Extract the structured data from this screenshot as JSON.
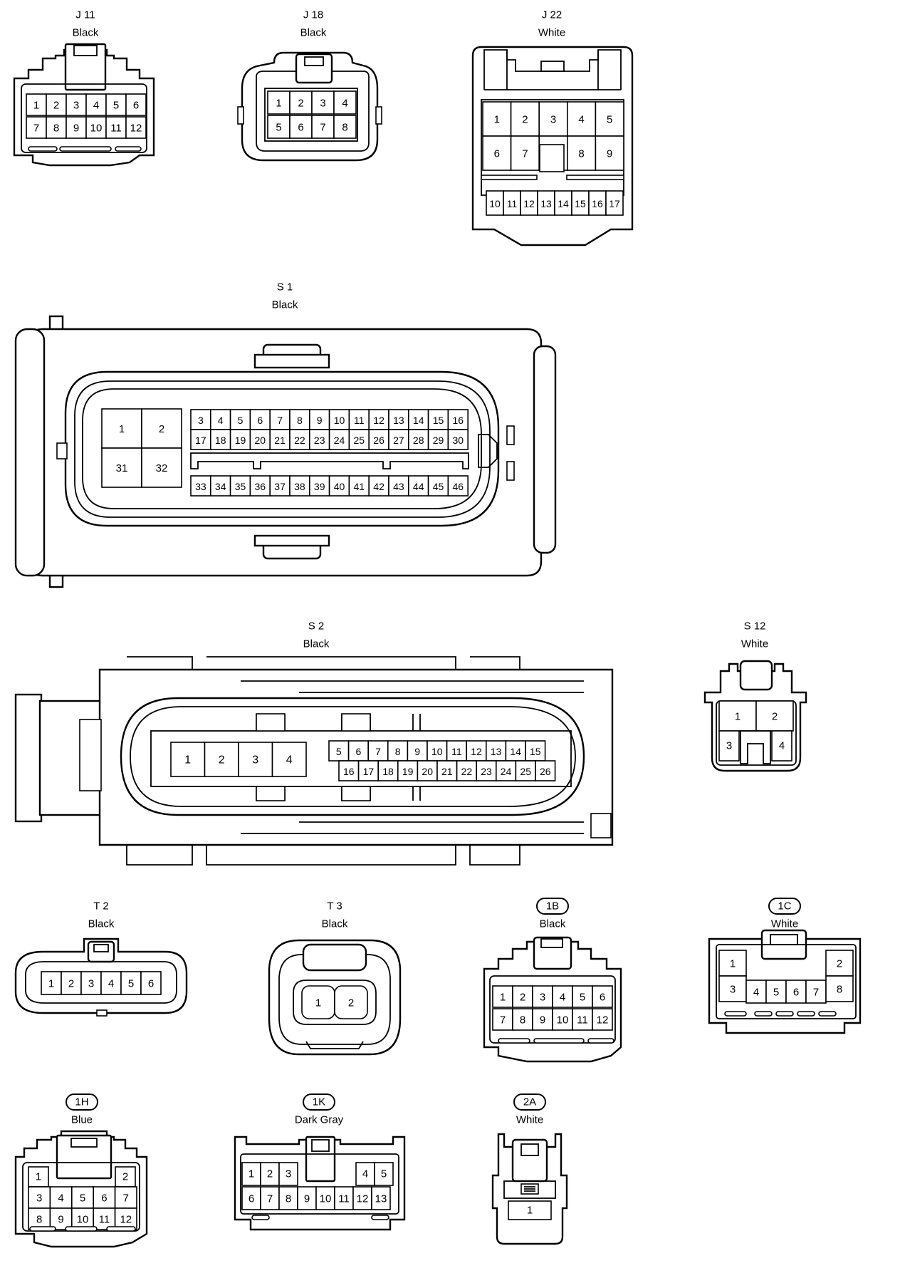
{
  "connectors": [
    {
      "id": "J11",
      "name": "J 11",
      "color": "Black",
      "pins": [
        [
          "1",
          "2",
          "3",
          "4",
          "5",
          "6"
        ],
        [
          "7",
          "8",
          "9",
          "10",
          "11",
          "12"
        ]
      ]
    },
    {
      "id": "J18",
      "name": "J 18",
      "color": "Black",
      "pins": [
        [
          "1",
          "2",
          "3",
          "4"
        ],
        [
          "5",
          "6",
          "7",
          "8"
        ]
      ]
    },
    {
      "id": "J22",
      "name": "J 22",
      "color": "White",
      "pins": [
        [
          "1",
          "2",
          "3",
          "4",
          "5"
        ],
        [
          "6",
          "7",
          "",
          "8",
          "9"
        ],
        [
          "10",
          "11",
          "12",
          "13",
          "14",
          "15",
          "16",
          "17"
        ]
      ]
    },
    {
      "id": "S1",
      "name": "S 1",
      "color": "Black",
      "pins": [
        [
          "1",
          "2"
        ],
        [
          "31",
          "32"
        ],
        [
          "3",
          "4",
          "5",
          "6",
          "7",
          "8",
          "9",
          "10",
          "11",
          "12",
          "13",
          "14",
          "15",
          "16"
        ],
        [
          "17",
          "18",
          "19",
          "20",
          "21",
          "22",
          "23",
          "24",
          "25",
          "26",
          "27",
          "28",
          "29",
          "30"
        ],
        [
          "33",
          "34",
          "35",
          "36",
          "37",
          "38",
          "39",
          "40",
          "41",
          "42",
          "43",
          "44",
          "45",
          "46"
        ]
      ]
    },
    {
      "id": "S2",
      "name": "S 2",
      "color": "Black",
      "pins": [
        [
          "1",
          "2",
          "3",
          "4"
        ],
        [
          "5",
          "6",
          "7",
          "8",
          "9",
          "10",
          "11",
          "12",
          "13",
          "14",
          "15"
        ],
        [
          "16",
          "17",
          "18",
          "19",
          "20",
          "21",
          "22",
          "23",
          "24",
          "25",
          "26"
        ]
      ]
    },
    {
      "id": "S12",
      "name": "S 12",
      "color": "White",
      "pins": [
        [
          "1",
          "2"
        ],
        [
          "3",
          "4"
        ]
      ]
    },
    {
      "id": "T2",
      "name": "T 2",
      "color": "Black",
      "pins": [
        [
          "1",
          "2",
          "3",
          "4",
          "5",
          "6"
        ]
      ]
    },
    {
      "id": "T3",
      "name": "T 3",
      "color": "Black",
      "pins": [
        [
          "1",
          "2"
        ]
      ]
    },
    {
      "id": "1B",
      "name": "1B",
      "color": "Black",
      "pins": [
        [
          "1",
          "2",
          "3",
          "4",
          "5",
          "6"
        ],
        [
          "7",
          "8",
          "9",
          "10",
          "11",
          "12"
        ]
      ]
    },
    {
      "id": "1C",
      "name": "1C",
      "color": "White",
      "pins": [
        [
          "1",
          "2"
        ],
        [
          "3",
          "4",
          "5",
          "6",
          "7",
          "8"
        ]
      ]
    },
    {
      "id": "1H",
      "name": "1H",
      "color": "Blue",
      "pins": [
        [
          "1",
          "2"
        ],
        [
          "3",
          "4",
          "5",
          "6",
          "7"
        ],
        [
          "8",
          "9",
          "10",
          "11",
          "12"
        ]
      ]
    },
    {
      "id": "1K",
      "name": "1K",
      "color": "Dark Gray",
      "pins": [
        [
          "1",
          "2",
          "3",
          "4",
          "5"
        ],
        [
          "6",
          "7",
          "8",
          "9",
          "10",
          "11",
          "12",
          "13"
        ]
      ]
    },
    {
      "id": "2A",
      "name": "2A",
      "color": "White",
      "pins": [
        [
          "1"
        ]
      ]
    }
  ],
  "colors": {
    "line": "#000000",
    "background": "#ffffff"
  }
}
